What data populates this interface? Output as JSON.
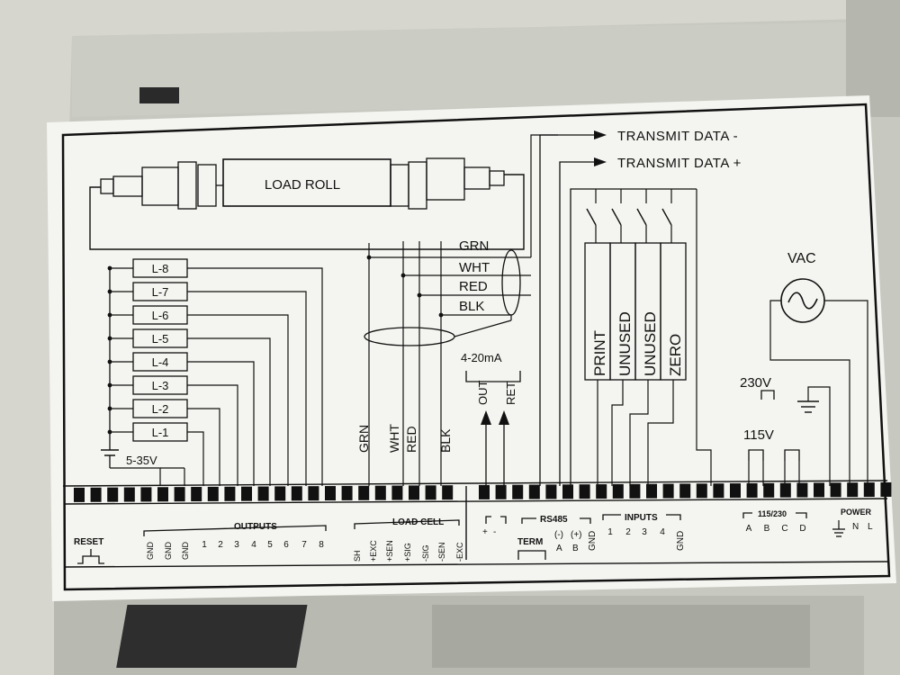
{
  "load_roll": {
    "label": "LOAD ROLL"
  },
  "transmit": {
    "minus": "TRANSMIT DATA -",
    "plus": "TRANSMIT DATA +"
  },
  "cable_colors": [
    "GRN",
    "WHT",
    "RED",
    "BLK"
  ],
  "relay_labels": [
    "L-8",
    "L-7",
    "L-6",
    "L-5",
    "L-4",
    "L-3",
    "L-2",
    "L-1"
  ],
  "supply_voltage": "5-35V",
  "vertical_cell_labels": {
    "grn": "GRN",
    "wht": "WHT",
    "red": "RED",
    "blk": "BLK"
  },
  "analog": {
    "label": "4-20mA",
    "out": "OUT",
    "ret": "RET"
  },
  "input_boxes": [
    "PRINT",
    "UNUSED",
    "UNUSED",
    "ZERO"
  ],
  "vac": {
    "label": "VAC"
  },
  "voltage_select": {
    "v230": "230V",
    "v115": "115V"
  },
  "bottom": {
    "reset": "RESET",
    "outputs_title": "OUTPUTS",
    "outputs_pins": [
      "GND",
      "GND",
      "GND",
      "1",
      "2",
      "3",
      "4",
      "5",
      "6",
      "7",
      "8"
    ],
    "loadcell_title": "LOAD CELL",
    "loadcell_pins": [
      "SH",
      "+EXC",
      "+SEN",
      "+SIG",
      "-SIG",
      "-SEN",
      "-EXC"
    ],
    "rs485_title": "RS485",
    "term_label": "TERM",
    "rs485_polarity": [
      "(-)",
      "(+)"
    ],
    "rs485_pins": [
      "A",
      "B"
    ],
    "gnd_label": "GND",
    "inputs_title": "INPUTS",
    "inputs_pins": [
      "1",
      "2",
      "3",
      "4"
    ],
    "inputs_gnd": "GND",
    "v_title": "115/230",
    "v_pins": [
      "A",
      "B",
      "C",
      "D"
    ],
    "power_title": "POWER",
    "power_pins": [
      "N",
      "L"
    ],
    "corner_signs": [
      "+",
      "-"
    ]
  },
  "colors": {
    "housing": "#c8c9c2",
    "label_bg": "#f4f4f0",
    "ink": "#111111"
  }
}
